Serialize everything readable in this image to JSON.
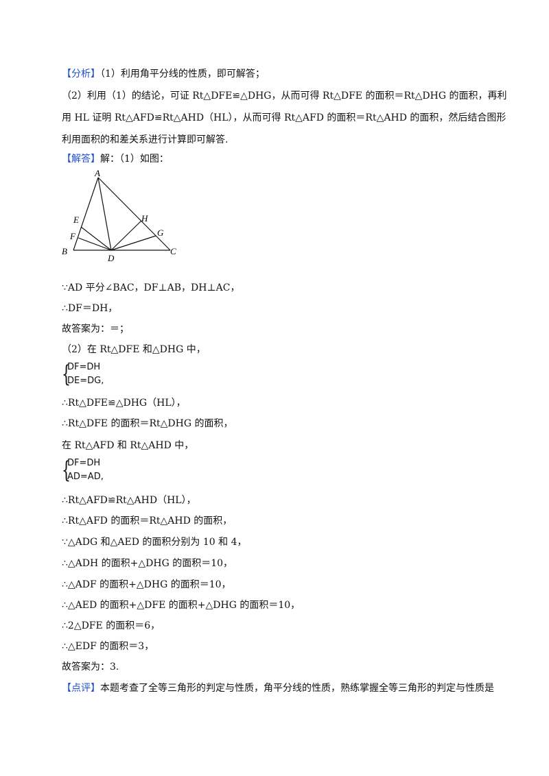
{
  "analysis": {
    "tag": "【分析】",
    "l1": "（1）利用角平分线的性质，即可解答；",
    "l2": "（2）利用（1）的结论，可证 Rt△DFE≌△DHG，从而可得 Rt△DFE 的面积＝Rt△DHG 的面积，再利",
    "l3": "用 HL 证明 Rt△AFD≌Rt△AHD（HL），从而可得 Rt△AFD 的面积＝Rt△AHD 的面积，然后结合图形",
    "l4": "利用面积的和差关系进行计算即可解答."
  },
  "solution": {
    "tag": "【解答】",
    "intro": "解：（1）如图："
  },
  "figure": {
    "labels": [
      "A",
      "E",
      "H",
      "F",
      "G",
      "B",
      "D",
      "C"
    ]
  },
  "steps": {
    "s1": "∵AD 平分∠BAC，DF⊥AB，DH⊥AC，",
    "s2": "∴DF＝DH，",
    "s3": "故答案为：＝；",
    "s4": "（2）在 Rt△DFE 和△DHG 中，",
    "sys1_a": "DF=DH",
    "sys1_b": "DE=DG,",
    "s5": "∴Rt△DFE≌△DHG（HL），",
    "s6": "∴Rt△DFE 的面积＝Rt△DHG 的面积，",
    "s7": "在 Rt△AFD 和 Rt△AHD 中，",
    "sys2_a": "DF=DH",
    "sys2_b": "AD=AD,",
    "s8": "∴Rt△AFD≌Rt△AHD（HL），",
    "s9": "∴Rt△AFD 的面积＝Rt△AHD 的面积，",
    "s10": "∵△ADG 和△AED 的面积分别为 10 和 4，",
    "s11": "∴△ADH 的面积+△DHG 的面积＝10，",
    "s12": "∴△ADF 的面积+△DHG 的面积＝10，",
    "s13": "∴△AED 的面积+△DFE 的面积+△DHG 的面积＝10，",
    "s14": "∴2△DFE 的面积＝6，",
    "s15": "∴△EDF 的面积＝3，",
    "s16": "故答案为：3."
  },
  "comment": {
    "tag": "【点评】",
    "text": "本题考查了全等三角形的判定与性质，角平分线的性质，熟练掌握全等三角形的判定与性质是"
  }
}
